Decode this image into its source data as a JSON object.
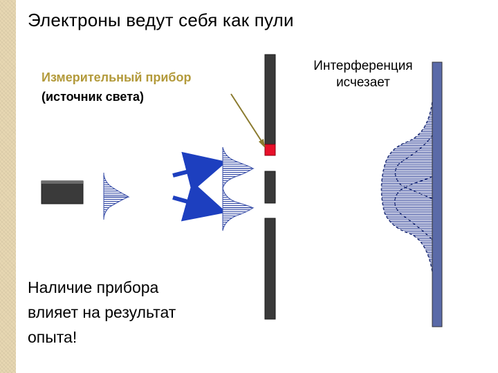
{
  "title": "Электроны ведут себя как пули",
  "device_label": {
    "line1": "Измерительный прибор",
    "line2": "(источник света)"
  },
  "interference_label": {
    "line1": "Интерференция",
    "line2": "исчезает"
  },
  "result_text": {
    "line1": "Наличие прибора",
    "line2": "влияет на результат",
    "line3": "опыта!"
  },
  "colors": {
    "accent_label": "#b39a3b",
    "sidebar": "#e7d7b2",
    "barrier": "#3a3a3a",
    "detector_light": "#e8102a",
    "arrow": "#1d3fbf",
    "pattern_fill": "#3a4fa8",
    "screen": "#5a6aa8"
  }
}
